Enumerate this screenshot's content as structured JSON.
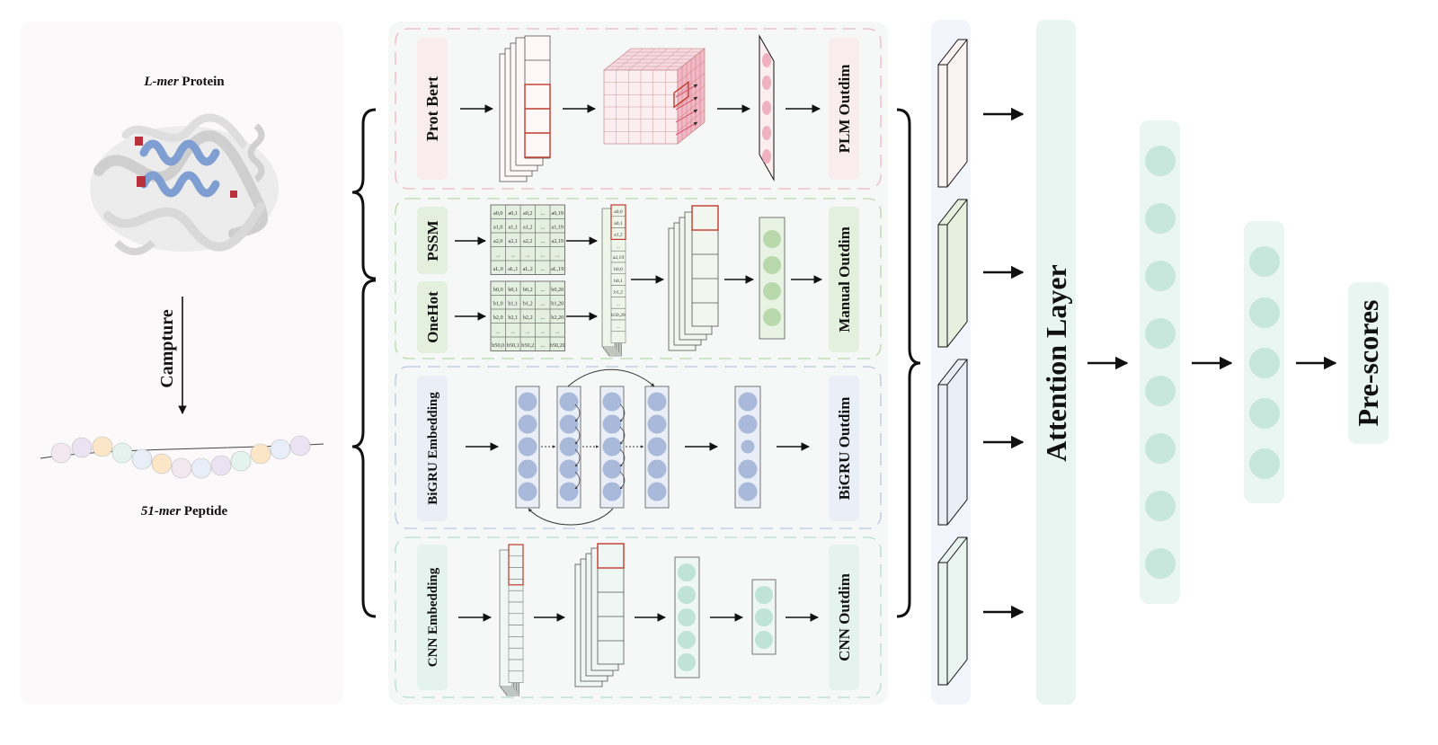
{
  "left_panel": {
    "protein_italic": "L-mer",
    "protein_text": " Protein",
    "capture_label": "Campture",
    "peptide_italic": "51-mer",
    "peptide_text": " Peptide"
  },
  "branches": {
    "plm": {
      "input": "Prot Bert",
      "output": "PLM Outdim"
    },
    "manual": {
      "input_a": "PSSM",
      "input_b": "OneHot",
      "output": "Manual Outdim"
    },
    "bigru": {
      "input": "BiGRU Embedding",
      "output": "BiGRU Outdim"
    },
    "cnn": {
      "input": "CNN Embedding",
      "output": "CNN Outdim"
    }
  },
  "pssm_matrix": [
    [
      "a0,0",
      "a0,1",
      "a0,2",
      "...",
      "a0,19"
    ],
    [
      "a1,0",
      "a1,1",
      "a1,2",
      "...",
      "a1,19"
    ],
    [
      "a2,0",
      "a2,1",
      "a2,2",
      "...",
      "a2,19"
    ],
    [
      "...",
      "...",
      "...",
      "...",
      "..."
    ],
    [
      "aL,0",
      "aL,1",
      "aL,2",
      "...",
      "aL,19"
    ]
  ],
  "onehot_matrix": [
    [
      "b0,0",
      "b0,1",
      "b0,2",
      "...",
      "b0,20"
    ],
    [
      "b1,0",
      "b1,1",
      "b1,2",
      "...",
      "b1,20"
    ],
    [
      "b2,0",
      "b2,1",
      "b2,2",
      "...",
      "b2,20"
    ],
    [
      "...",
      "...",
      "...",
      "...",
      "..."
    ],
    [
      "b50,0",
      "b50,1",
      "b50,2",
      "...",
      "b50,20"
    ]
  ],
  "pssm_flat": [
    "a0,0",
    "a0,1",
    "a1,2",
    "...",
    "a2,19"
  ],
  "onehot_flat": [
    "b0,0",
    "b0,1",
    "b1,2",
    "...",
    "b50,20"
  ],
  "attention_label": "Attention Layer",
  "output_label": "Pre-scores",
  "colors": {
    "plm": "#e8a0b4",
    "manual": "#a8cc9e",
    "bigru": "#9db0d8",
    "cnn": "#9fd4c2",
    "attention": "#e8f5f0",
    "accent_red": "#c0392b",
    "node": "#c7e6dc"
  }
}
